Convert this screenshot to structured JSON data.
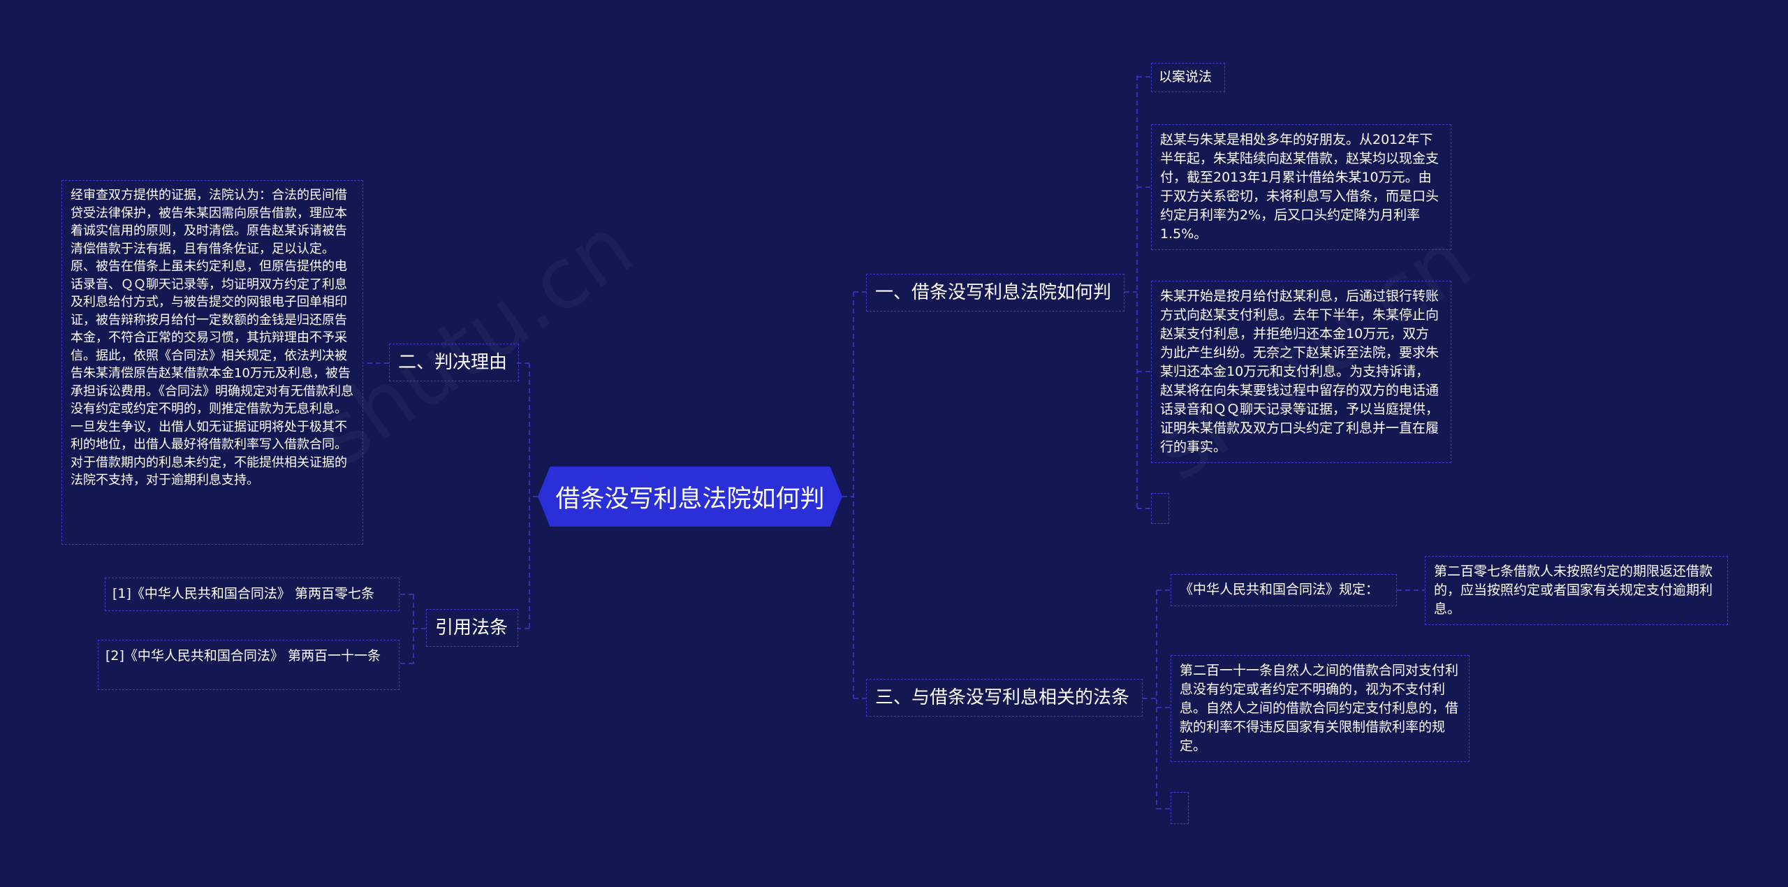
{
  "root": {
    "title": "借条没写利息法院如何判"
  },
  "branches": {
    "b1": {
      "label": "一、借条没写利息法院如何判",
      "children": {
        "c1": "以案说法",
        "c2": "赵某与朱某是相处多年的好朋友。从2012年下半年起，朱某陆续向赵某借款，赵某均以现金支付，截至2013年1月累计借给朱某10万元。由于双方关系密切，未将利息写入借条，而是口头约定月利率为2%，后又口头约定降为月利率1.5%。",
        "c3": "朱某开始是按月给付赵某利息，后通过银行转账方式向赵某支付利息。去年下半年，朱某停止向赵某支付利息，并拒绝归还本金10万元，双方为此产生纠纷。无奈之下赵某诉至法院，要求朱某归还本金10万元和支付利息。为支持诉请，赵某将在向朱某要钱过程中留存的双方的电话通话录音和ＱＱ聊天记录等证据，予以当庭提供，证明朱某借款及双方口头约定了利息并一直在履行的事实。"
      }
    },
    "b2": {
      "label": "二、判决理由",
      "children": {
        "c1": "经审查双方提供的证据，法院认为：合法的民间借贷受法律保护，被告朱某因需向原告借款，理应本着诚实信用的原则，及时清偿。原告赵某诉请被告清偿借款于法有据，且有借条佐证，足以认定。原、被告在借条上虽未约定利息，但原告提供的电话录音、ＱＱ聊天记录等，均证明双方约定了利息及利息给付方式，与被告提交的网银电子回单相印证，被告辩称按月给付一定数额的金钱是归还原告本金，不符合正常的交易习惯，其抗辩理由不予采信。据此，依照《合同法》相关规定，依法判决被告朱某清偿原告赵某借款本金10万元及利息，被告承担诉讼费用。《合同法》明确规定对有无借款利息没有约定或约定不明的，则推定借款为无息利息。一旦发生争议，出借人如无证据证明将处于极其不利的地位，出借人最好将借款利率写入借款合同。对于借款期内的利息未约定，不能提供相关证据的法院不支持，对于逾期利息支持。"
      }
    },
    "b3": {
      "label": "三、与借条没写利息相关的法条",
      "children": {
        "c1": "《中华人民共和国合同法》规定：",
        "c1a": "第二百零七条借款人未按照约定的期限返还借款的，应当按照约定或者国家有关规定支付逾期利息。",
        "c2": "第二百一十一条自然人之间的借款合同对支付利息没有约定或者约定不明确的，视为不支付利息。自然人之间的借款合同约定支付利息的，借款的利率不得违反国家有关限制借款利率的规定。"
      }
    },
    "b4": {
      "label": "引用法条",
      "children": {
        "c1": "[1]《中华人民共和国合同法》 第两百零七条",
        "c2": "[2]《中华人民共和国合同法》 第两百一十一条"
      }
    }
  },
  "colors": {
    "background": "#141852",
    "root_fill": "#2a2fd8",
    "line": "#3a3ccf",
    "text": "#ffffff"
  }
}
